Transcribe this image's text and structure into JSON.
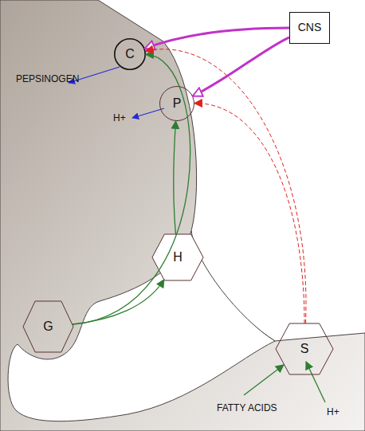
{
  "diagram": {
    "nodes": [
      {
        "text": [
          "C"
        ]
      },
      {
        "text": [
          "CNS"
        ]
      },
      {
        "text": [
          "P"
        ]
      },
      {
        "text": [
          "H"
        ]
      },
      {
        "text": [
          "G"
        ]
      },
      {
        "text": [
          "S"
        ]
      }
    ],
    "edges": [
      {
        "from": 1,
        "to": 0,
        "arrow": "to"
      },
      {
        "from": 1,
        "to": 2,
        "arrow": "to"
      },
      {
        "from": 4,
        "to": 3,
        "arrow": "to"
      },
      {
        "from": 4,
        "to": 0,
        "arrow": "to"
      },
      {
        "from": 3,
        "to": 2,
        "arrow": "to"
      },
      {
        "from": 5,
        "to": 0,
        "arrow": "to"
      },
      {
        "from": 5,
        "to": 2,
        "arrow": "to"
      }
    ],
    "labels": [
      "PEPSINOGEN",
      "H+",
      "FATTY ACIDS",
      "H+"
    ]
  }
}
